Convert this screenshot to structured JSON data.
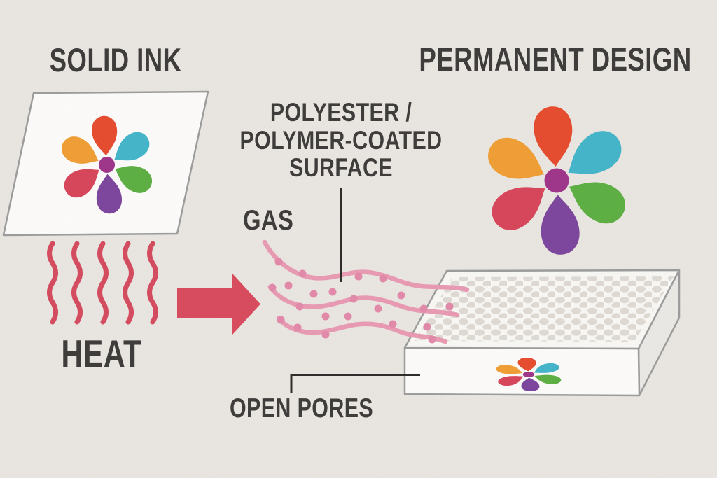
{
  "diagram": {
    "title_left": "SOLID INK",
    "title_right": "PERMANENT DESIGN",
    "labels": {
      "surface": {
        "lines": [
          "POLYESTER /",
          "POLYMER-COATED",
          "SURFACE"
        ]
      },
      "gas": "GAS",
      "heat": "HEAT",
      "open_pores": "OPEN PORES"
    },
    "colors": {
      "background": "#e9e5e0",
      "text": "#3b3a38",
      "heat_red": "#d4495d",
      "arrow_red": "#d8495c",
      "gas_wave_pink": "#e899b2",
      "gas_dot_pink": "#e288a8",
      "connector": "#2b2a29",
      "sheet_fill": "#fcfbfa",
      "sheet_stroke": "#9b9b9b",
      "slab_top": "#f8f7f4",
      "slab_front": "#fcfbf9",
      "slab_side": "#eae8e4",
      "slab_stroke": "#9b9b9b",
      "pore_dot": "#ded9d3",
      "flower": {
        "red": "#e64a2c",
        "orange": "#f09d33",
        "teal": "#42b4c9",
        "green": "#5bae41",
        "purple": "#7b449c",
        "crimson": "#d74459",
        "center": "#9e3389"
      }
    }
  }
}
